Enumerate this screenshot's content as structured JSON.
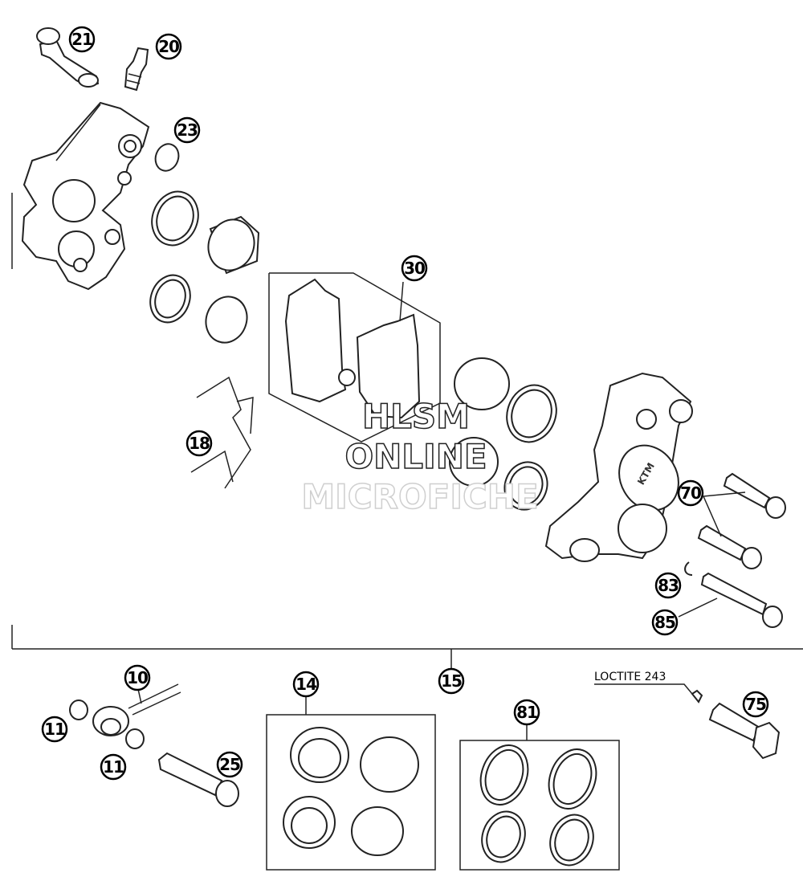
{
  "watermark": {
    "line1": "HLSM",
    "line2": "ONLINE",
    "line3": "MICROFICHE"
  },
  "note": "LOCTITE 243",
  "callouts": {
    "c21": "21",
    "c20": "20",
    "c23": "23",
    "c30": "30",
    "c18": "18",
    "c70": "70",
    "c83": "83",
    "c85": "85",
    "c10": "10",
    "c11a": "11",
    "c11b": "11",
    "c25": "25",
    "c14": "14",
    "c15": "15",
    "c81": "81",
    "c75": "75"
  },
  "caliper_logo": "KTM"
}
